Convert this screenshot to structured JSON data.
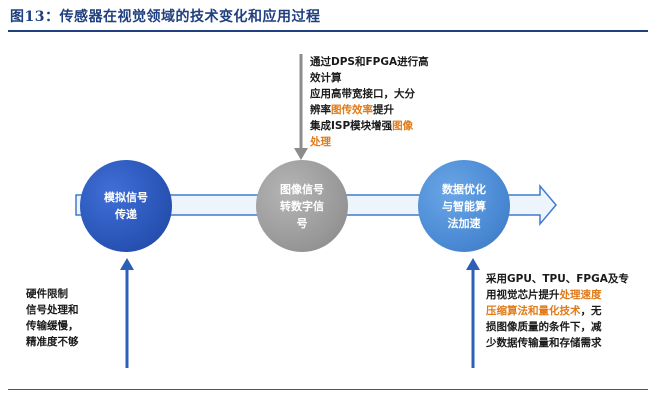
{
  "figure": {
    "title": "图13：传感器在视觉领域的技术变化和应用过程"
  },
  "nodes": [
    {
      "label": "模拟信号\n传递"
    },
    {
      "label": "图像信号\n转数字信\n号"
    },
    {
      "label": "数据优化\n与智能算\n法加速"
    }
  ],
  "notes": {
    "top": {
      "line1": "通过DPS和FPGA进行高",
      "line2": "效计算",
      "line3": "应用高带宽接口，大分",
      "line4a": "辨率",
      "line4b": "图传效率",
      "line4c": "提升",
      "line5a": "集成ISP模块增强",
      "line5b": "图像",
      "line6": "处理"
    },
    "left": {
      "text": "硬件限制\n信号处理和\n传输缓慢，\n精准度不够"
    },
    "right": {
      "line1": "采用GPU、TPU、FPGA及专",
      "line2a": "用视觉芯片提升",
      "line2b": "处理速度",
      "line3a": "压缩算法和量化技术",
      "line3b": "，无",
      "line4": "损图像质量的条件下，减",
      "line5": "少数据传输量和存储需求"
    }
  },
  "colors": {
    "main_arrow_fill": "#eef4fb",
    "main_arrow_stroke": "#3d7bd0",
    "up_arrow": "#2c5fb7",
    "down_arrow": "#8c8c8c",
    "highlight": "#e07b1a"
  }
}
